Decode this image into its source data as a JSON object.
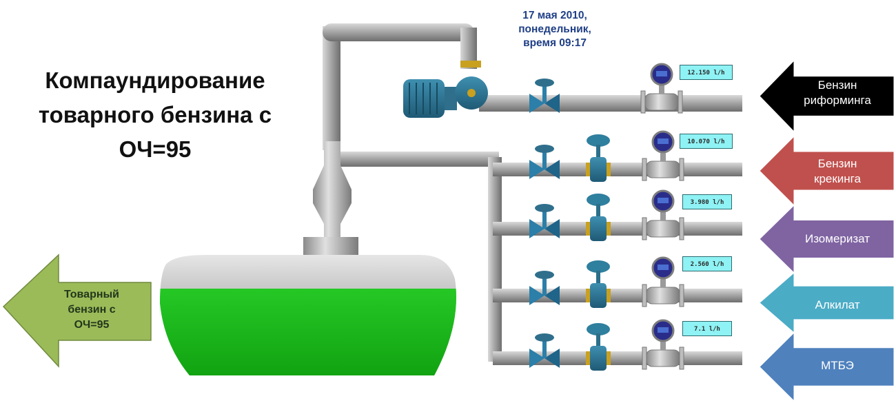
{
  "title": "Компаундирование товарного бензина с ОЧ=95",
  "datetime": {
    "line1": "17 мая 2010,",
    "line2": "понедельник,",
    "line3": "время 09:17"
  },
  "feeds": [
    {
      "label_line1": "Бензин",
      "label_line2": "риформинга",
      "flow": "12.150 l/h",
      "color": "#000000"
    },
    {
      "label_line1": "Бензин",
      "label_line2": "крекинга",
      "flow": "10.070 l/h",
      "color": "#c0504d"
    },
    {
      "label_line1": "Изомеризат",
      "label_line2": "",
      "flow": "3.980 l/h",
      "color": "#8064a2"
    },
    {
      "label_line1": "Алкилат",
      "label_line2": "",
      "flow": "2.560 l/h",
      "color": "#4bacc6"
    },
    {
      "label_line1": "МТБЭ",
      "label_line2": "",
      "flow": "7.1 l/h",
      "color": "#4f81bd"
    }
  ],
  "output": {
    "label_line1": "Товарный",
    "label_line2": "бензин с",
    "label_line3": "ОЧ=95",
    "color": "#9bbb59"
  },
  "tank": {
    "fill_level": 0.72,
    "liquid_color": "#1dbf1d"
  }
}
